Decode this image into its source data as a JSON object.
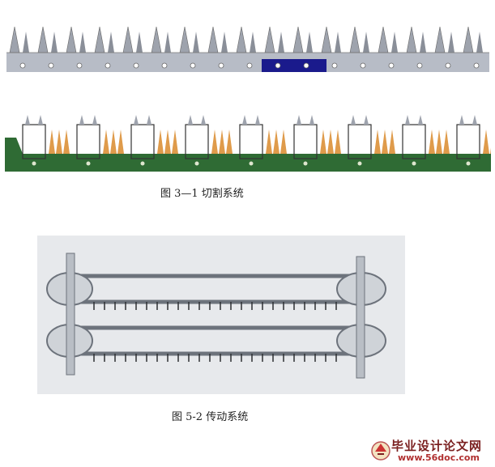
{
  "figures": {
    "fig_3_1": {
      "caption": "图 3—1  切割系统"
    },
    "fig_5_2": {
      "caption": "图 5-2  传动系统"
    }
  },
  "watermark": {
    "site_name": "毕业设计论文网",
    "url": "www.56doc.com"
  },
  "colors": {
    "steel_gray": "#9ea3ad",
    "base_bar": "#b7bcc6",
    "highlight_blue": "#1a1a8c",
    "pcb_green": "#2f6b34",
    "orange_teeth": "#d98a2b",
    "photo_bg": "#e7e9ec"
  }
}
